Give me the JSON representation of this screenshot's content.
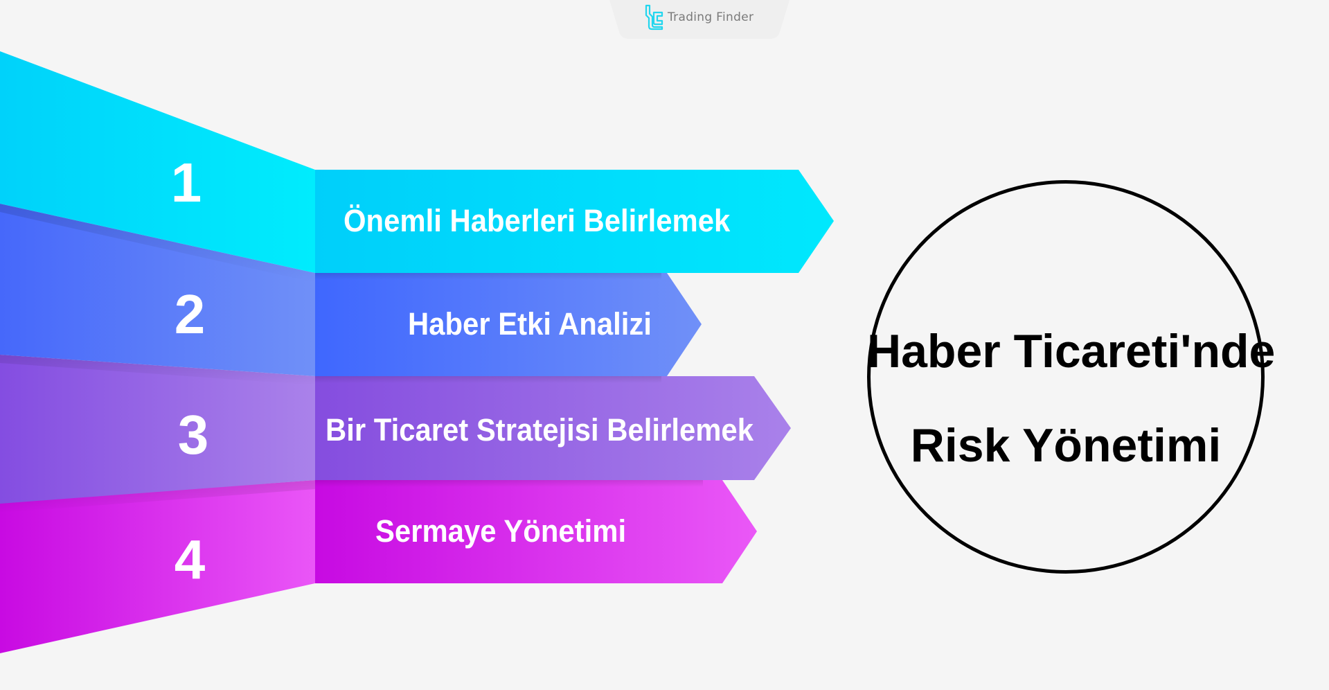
{
  "brand": {
    "name": "Trading Finder",
    "logo_icon": "trading-finder-logo-icon",
    "logo_color": "#22d6ee",
    "text_color": "#7a7a7a"
  },
  "diagram": {
    "title_line1": "Haber Ticareti'nde",
    "title_line2": "Risk Yönetimi",
    "steps": [
      {
        "number": "1",
        "label": "Önemli Haberleri Belirlemek",
        "color_start": "#00d0fa",
        "color_end": "#00e8fd"
      },
      {
        "number": "2",
        "label": "Haber Etki Analizi",
        "color_start": "#4169ff",
        "color_end": "#6e8ff8"
      },
      {
        "number": "3",
        "label": "Bir Ticaret Stratejisi Belirlemek",
        "color_start": "#8a4fe0",
        "color_end": "#a87ee9"
      },
      {
        "number": "4",
        "label": "Sermaye Yönetimi",
        "color_start": "#c80ae0",
        "color_end": "#e855f6"
      }
    ]
  },
  "colors": {
    "background": "#f5f5f5",
    "circle_stroke": "#000000"
  }
}
